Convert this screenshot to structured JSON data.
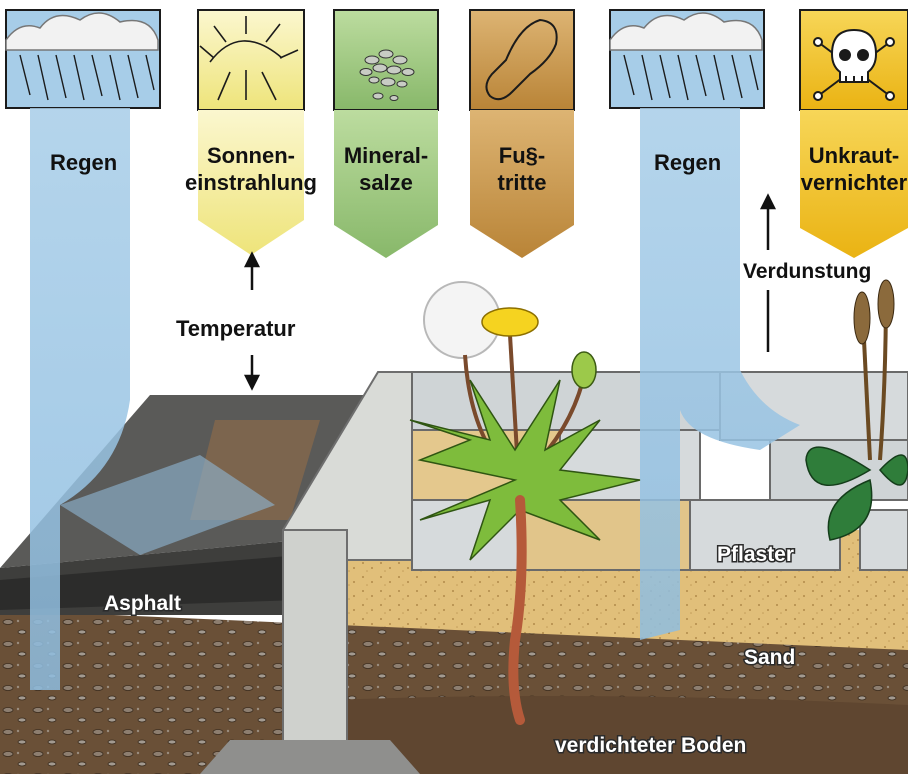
{
  "labels": {
    "regen_left": "Regen",
    "sonne_line1": "Sonnen-",
    "sonne_line2": "einstrahlung",
    "mineral_line1": "Mineral-",
    "mineral_line2": "salze",
    "fuss_line1": "Fu§-",
    "fuss_line2": "tritte",
    "regen_right": "Regen",
    "unkraut_line1": "Unkraut-",
    "unkraut_line2": "vernichter",
    "verdunstung": "Verdunstung",
    "temperatur": "Temperatur",
    "asphalt": "Asphalt",
    "pflaster": "Pflaster",
    "sand": "Sand",
    "boden": "verdichteter Boden"
  },
  "icons": {
    "rain_left": "rain-cloud-icon",
    "sun": "sun-icon",
    "minerals": "mineral-salts-icon",
    "footprint": "footprint-icon",
    "rain_right": "rain-cloud-icon",
    "poison": "skull-crossbones-icon"
  },
  "colors": {
    "rain": "#9cc6e4",
    "sun": "#f3ec8c",
    "minerals": "#9bc57c",
    "footsteps": "#c8974c",
    "herbicide": "#f1c21f",
    "sand": "#e3c27c",
    "soil": "#6c5238",
    "asphalt": "#4b4b4b",
    "curb": "#dadcd8",
    "paving": "#cfd4d6"
  }
}
